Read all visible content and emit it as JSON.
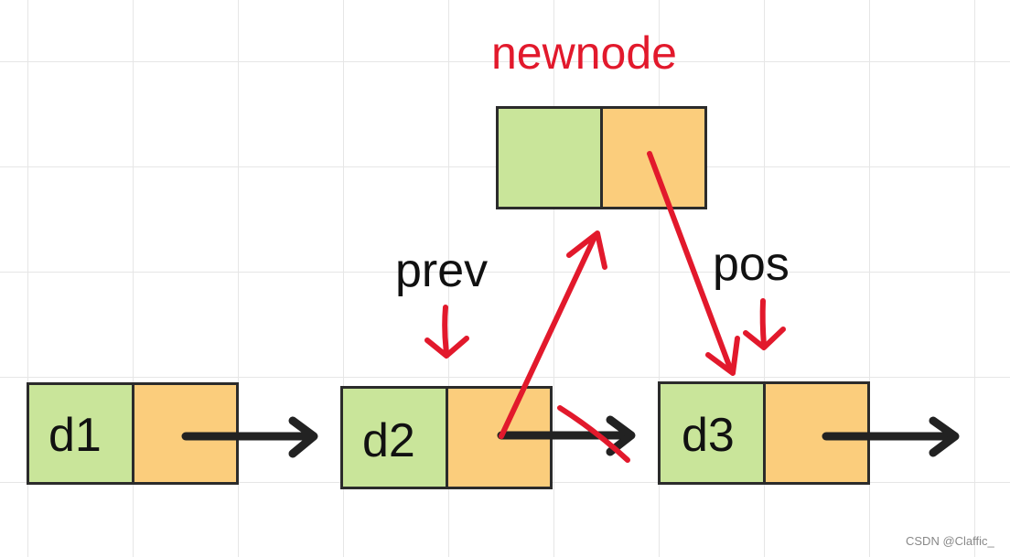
{
  "colors": {
    "data_cell": "#c9e59a",
    "pointer_cell": "#fbcd7c",
    "outline": "#2b2b2b",
    "black_arrow": "#222222",
    "red_annotation": "#e2192c"
  },
  "newnode": {
    "title": "newnode"
  },
  "nodes": [
    {
      "label": "d1"
    },
    {
      "label": "d2"
    },
    {
      "label": "d3"
    }
  ],
  "annotations": {
    "prev": "prev",
    "pos": "pos"
  },
  "watermark": "CSDN @Claffic_"
}
